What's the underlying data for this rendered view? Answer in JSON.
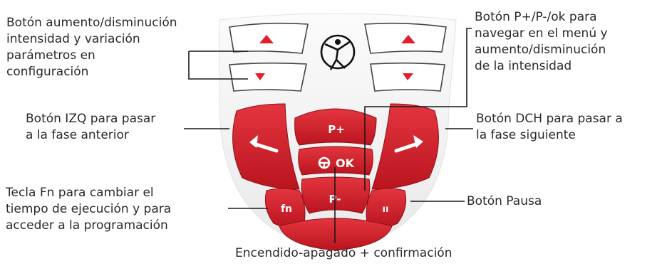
{
  "annotations": {
    "intensity_buttons": "Botón aumento/disminución\nintensidad y variación\nparámetros en\nconfiguración",
    "p_ok_button": "Botón P+/P-/ok para\nnavegar en el menú y\naumento/disminución\nde la intensidad",
    "left_button": "Botón IZQ para pasar\na la fase anterior",
    "right_button": "Botón DCH para pasar a\nla fase siguiente",
    "fn_key": "Tecla Fn para cambiar el\ntiempo de ejecución y para\nacceder a la programación",
    "pause_button": "Botón Pausa",
    "power_button": "Encendido-apagado + confirmación"
  },
  "keypad": {
    "p_plus": "P+",
    "ok": "OK",
    "p_minus": "P-",
    "fn": "fn",
    "pause": "ıı",
    "logo_icon": "vitruvian-figure-icon",
    "power_icon": "power-icon",
    "up_icon": "triangle-up-icon",
    "down_icon": "triangle-down-icon",
    "left_icon": "arrow-left-icon",
    "right_icon": "arrow-right-icon"
  },
  "colors": {
    "button_red": "#d3232e",
    "button_dark_red": "#a4141d",
    "panel": "#f2f2f2",
    "leader_line": "#1a1a1a"
  }
}
